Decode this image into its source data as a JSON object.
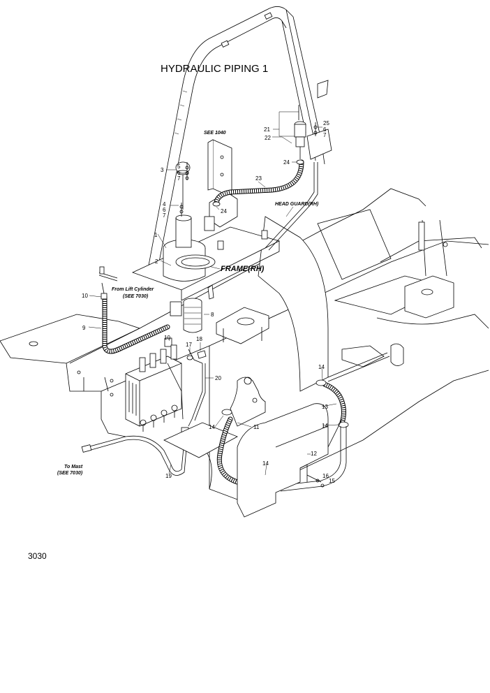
{
  "title": "HYDRAULIC PIPING 1",
  "page_code": "3030",
  "references": {
    "see_1040": "SEE 1040",
    "head_guard": "HEAD GUARD(RH)",
    "frame": "FRAME(RH)",
    "from_lift_cylinder": "From Lift Cylinder",
    "see_7030_a": "(SEE 7030)",
    "to_mast": "To Mast",
    "see_7030_b": "(SEE 7030)"
  },
  "part_numbers": {
    "p1": "1",
    "p2": "2",
    "p3": "3",
    "p4": "4",
    "p5": "5",
    "p6a": "6",
    "p7a": "7",
    "p6b": "6",
    "p7b": "7",
    "p6c": "6",
    "p7c": "7",
    "p8": "8",
    "p9": "9",
    "p10a": "10",
    "p10b": "10",
    "p11": "11",
    "p12": "12",
    "p13": "13",
    "p14a": "14",
    "p14b": "14",
    "p14c": "14",
    "p14d": "14",
    "p15": "15",
    "p16": "16",
    "p17": "17",
    "p18": "18",
    "p19": "19",
    "p20": "20",
    "p21": "21",
    "p22": "22",
    "p23": "23",
    "p24a": "24",
    "p24b": "24",
    "p25": "25"
  }
}
